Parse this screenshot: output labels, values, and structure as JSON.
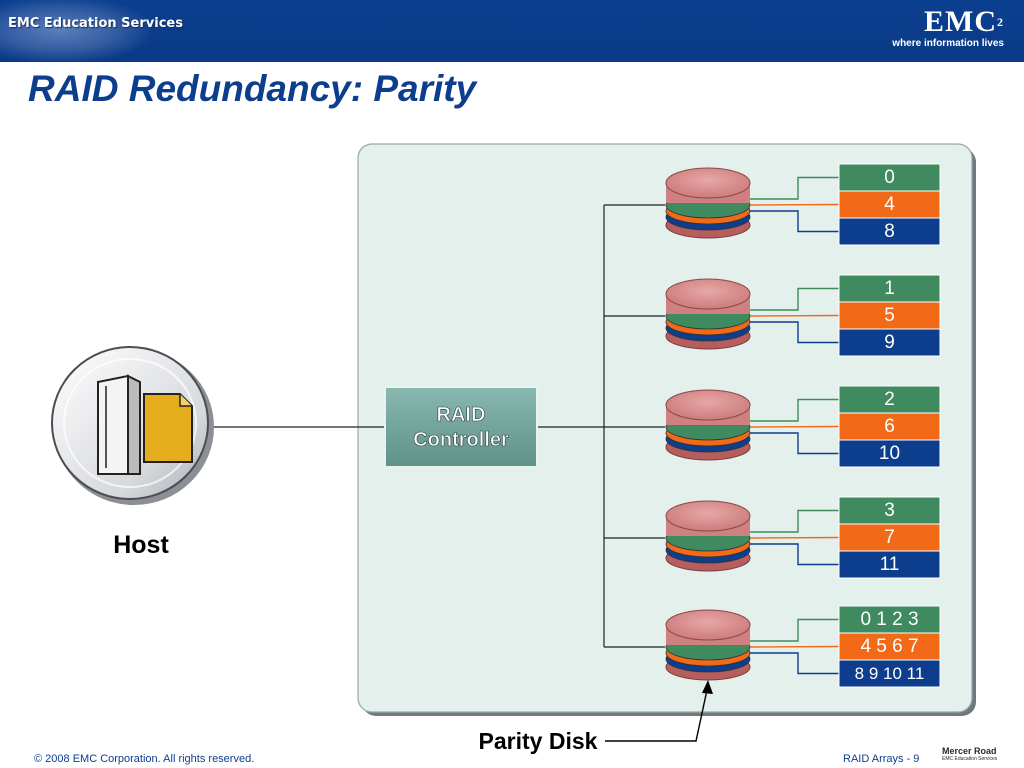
{
  "header": {
    "left_logo": "EMC Education Services",
    "right_logo_brand": "EMC",
    "right_logo_sup": "2",
    "right_logo_tagline": "where information lives"
  },
  "title": "RAID Redundancy: Parity",
  "diagram": {
    "host_label": "Host",
    "controller_label_line1": "RAID",
    "controller_label_line2": "Controller",
    "disks": [
      {
        "blocks": [
          "0",
          "4",
          "8"
        ]
      },
      {
        "blocks": [
          "1",
          "5",
          "9"
        ]
      },
      {
        "blocks": [
          "2",
          "6",
          "10"
        ]
      },
      {
        "blocks": [
          "3",
          "7",
          "11"
        ]
      },
      {
        "blocks": [
          "0 1 2 3",
          "4 5 6 7",
          "8 9 10 11"
        ]
      }
    ],
    "parity_label": "Parity Disk",
    "colors": {
      "green": "#3f8a5e",
      "orange": "#f26a18",
      "blue": "#0d3e8e",
      "disk_top": "#d98e8e",
      "panel": "#e6f1ee",
      "controller": "#6d9f97",
      "file": "#e5ad1c"
    }
  },
  "footer": {
    "copyright": "© 2008 EMC Corporation. All rights reserved.",
    "page": "RAID Arrays - 9",
    "logo_line1": "Mercer Road",
    "logo_line2": "EMC Education Services"
  }
}
